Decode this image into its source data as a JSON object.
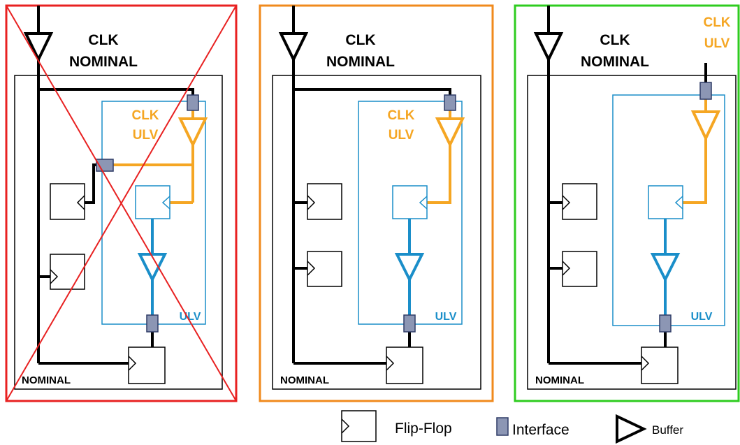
{
  "colors": {
    "nominal_wire": "#000000",
    "ulv_clock": "#f5a623",
    "ulv_region": "#1a8ec9",
    "interface_fill": "#8c96b4",
    "interface_stroke": "#2e3b66",
    "panel_left": "#e82121",
    "panel_middle": "#f08a1c",
    "panel_right": "#2ecc1f"
  },
  "panels": [
    {
      "status": "rejected (crossed out)",
      "clk_nominal_line1": "CLK",
      "clk_nominal_line2": "NOMINAL",
      "clk_ulv_line1": "CLK",
      "clk_ulv_line2": "ULV",
      "ulv_label": "ULV",
      "nominal_label": "NOMINAL"
    },
    {
      "status": "valid",
      "clk_nominal_line1": "CLK",
      "clk_nominal_line2": "NOMINAL",
      "clk_ulv_line1": "CLK",
      "clk_ulv_line2": "ULV",
      "ulv_label": "ULV",
      "nominal_label": "NOMINAL"
    },
    {
      "status": "valid",
      "clk_nominal_line1": "CLK",
      "clk_nominal_line2": "NOMINAL",
      "clk_ulv_line1": "CLK",
      "clk_ulv_line2": "ULV",
      "ulv_label": "ULV",
      "nominal_label": "NOMINAL"
    }
  ],
  "legend": {
    "flipflop": "Flip-Flop",
    "interface": "Interface",
    "buffer": "Buffer"
  }
}
